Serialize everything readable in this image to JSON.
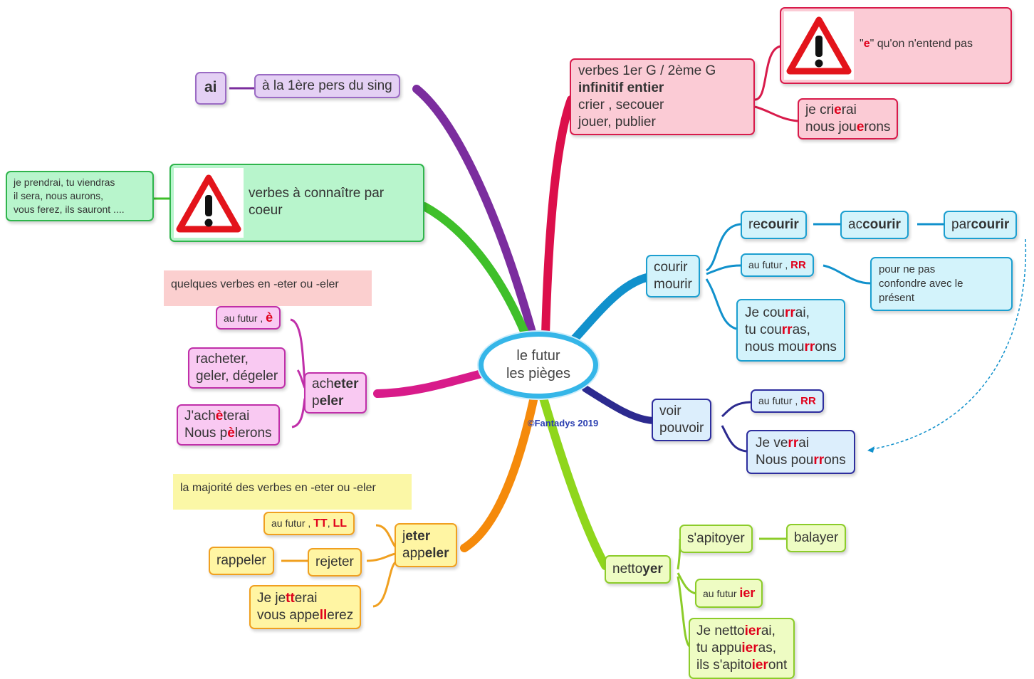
{
  "center": {
    "line1": "le futur",
    "line2": "les pièges"
  },
  "credit": "©Fantadys 2019",
  "ai_branch": {
    "key": "ai",
    "desc": "à la 1ère pers du sing"
  },
  "heart_branch": {
    "label_line1": "verbes à connaître par",
    "label_line2": "coeur",
    "examples": [
      "je prendrai, tu viendras",
      "il sera, nous aurons,",
      "vous ferez, ils sauront ...."
    ]
  },
  "eter_branch": {
    "title": "quelques verbes en -eter ou -eler",
    "tag_prefix": "au futur ,",
    "tag_letter": "è",
    "list": [
      "racheter,",
      "geler, dégeler"
    ],
    "main": {
      "l1a": "ach",
      "l1b": "eter",
      "l2a": "p",
      "l2b": "eler"
    },
    "example": {
      "l1a": "J'ach",
      "l1b": "è",
      "l1c": "terai",
      "l2a": "Nous p",
      "l2b": "è",
      "l2c": "lerons"
    }
  },
  "jeter_branch": {
    "title": "la majorité des verbes en -eter ou -eler",
    "tag_prefix": "au futur ,",
    "tag_letters": "TT",
    "tag_sep": ",",
    "tag_letters2": "LL",
    "main": {
      "l1a": "j",
      "l1b": "eter",
      "l2a": "app",
      "l2b": "eler"
    },
    "rappeler": "rappeler",
    "rejeter": "rejeter",
    "example": {
      "l1a": "Je je",
      "l1b": "tt",
      "l1c": "erai",
      "l2a": "vous appe",
      "l2b": "ll",
      "l2c": "erez"
    }
  },
  "first_group": {
    "line1": "verbes 1er G / 2ème G",
    "line2": "infinitif entier",
    "line3": "crier , secouer",
    "line4": "jouer, publier",
    "warn_quote_open": "\"",
    "warn_letter": "e",
    "warn_rest": "\" qu'on n'entend pas",
    "ex": {
      "l1a": "je cri",
      "l1b": "e",
      "l1c": "rai",
      "l2a": "nous jou",
      "l2b": "e",
      "l2c": "rons"
    }
  },
  "courir_branch": {
    "main_l1": "courir",
    "main_l2": "mourir",
    "compounds": [
      {
        "a": "re",
        "b": "courir"
      },
      {
        "a": "ac",
        "b": "courir"
      },
      {
        "a": "par",
        "b": "courir"
      }
    ],
    "tag_prefix": "au futur ,",
    "tag_letters": "RR",
    "note": [
      "pour ne pas",
      "confondre avec le",
      "présent"
    ],
    "example": {
      "l1a": "Je cou",
      "l1b": "rr",
      "l1c": "ai,",
      "l2a": "tu cou",
      "l2b": "rr",
      "l2c": "as,",
      "l3a": "nous mou",
      "l3b": "rr",
      "l3c": "ons"
    }
  },
  "voir_branch": {
    "main_l1": "voir",
    "main_l2": "pouvoir",
    "tag_prefix": "au futur ,",
    "tag_letters": "RR",
    "example": {
      "l1a": "Je ve",
      "l1b": "rr",
      "l1c": "ai",
      "l2a": "Nous pou",
      "l2b": "rr",
      "l2c": "ons"
    }
  },
  "nettoyer_branch": {
    "main_a": "netto",
    "main_b": "yer",
    "apitoyer": "s'apitoyer",
    "balayer": "balayer",
    "tag_prefix": "au futur",
    "tag_letters": "ier",
    "example": {
      "l1a": "Je netto",
      "l1b": "ier",
      "l1c": "ai,",
      "l2a": "tu appu",
      "l2b": "ier",
      "l2c": "as,",
      "l3a": "ils s'apito",
      "l3b": "ier",
      "l3c": "ont"
    }
  },
  "colors": {
    "purple": "#7b2d9e",
    "green": "#3fbf2a",
    "pink": "#d81b8a",
    "orange": "#f58a0b",
    "lime": "#8fd61c",
    "cyan": "#1191cc",
    "navy": "#2c2a8f",
    "red": "#dc0f4b",
    "accent_red": "#e0001b"
  }
}
